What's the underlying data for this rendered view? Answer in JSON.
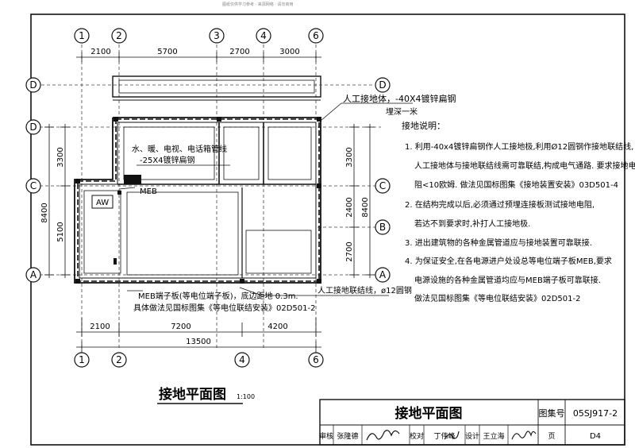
{
  "watermark": "图纸仅供学习参考 · 来源网络 · 请勿商用",
  "axes": {
    "a1": "1",
    "a2": "2",
    "a3": "3",
    "a4": "4",
    "a6": "6",
    "aA": "A",
    "aB": "B",
    "aC": "C",
    "aD": "D"
  },
  "dims": {
    "top": [
      "2100",
      "5700",
      "2700",
      "3000"
    ],
    "bottom": [
      "2100",
      "7200",
      "4200"
    ],
    "total": "13500",
    "left": [
      "3300",
      "5100"
    ],
    "left_total": "8400",
    "right": [
      "3300",
      "2400",
      "2700"
    ],
    "right_total": "8400"
  },
  "labels": {
    "earth_body": "人工接地体，-40X4镀锌扁钢",
    "buried": "埋深一米",
    "pipe_well": "水、暖、电视、电话箱管线",
    "flat_steel": "-25X4镀锌扁钢",
    "meb": "MEB",
    "aw": "AW",
    "meb_note1": "MEB端子板(等电位端子板)，底边距地 0.3m.",
    "meb_note2": "具体做法见国标图集《等电位联结安装》02D501-2",
    "connect_line": "人工接地联结线，ø12圆钢"
  },
  "notes": {
    "title": "接地说明：",
    "n1a": "1. 利用-40x4镀锌扁钢作人工接地极,利用Ø12圆钢作接地联结线,",
    "n1b": "人工接地体与接地联结线需可靠联结,构成电气通路. 要求接地电",
    "n1c": "阻<10欧姆. 做法见国标图集《接地装置安装》03D501-4",
    "n2a": "2. 在结构完成以后,必须通过预埋连接板测试接地电阻,",
    "n2b": "若达不到要求时,补打人工接地极.",
    "n3": "3. 进出建筑物的各种金属管道应与接地装置可靠联接.",
    "n4a": "4. 为保证安全,在各电源进户处设总等电位端子板MEB,要求",
    "n4b": "电源设施的各种金属管道均应与MEB端子板可靠联接.",
    "n4c": "做法见国标图集《等电位联结安装》02D501-2"
  },
  "drawing_title": "接地平面图",
  "drawing_scale": "1:100",
  "title_block": {
    "title": "接地平面图",
    "atlas_label": "图集号",
    "atlas_no": "05SJ917-2",
    "review_label": "审核",
    "reviewer": "张隆德",
    "check_label": "校对",
    "checker": "丁伟峰",
    "design_label": "设计",
    "designer": "王立海",
    "page_label": "页",
    "page_no": "D4"
  }
}
